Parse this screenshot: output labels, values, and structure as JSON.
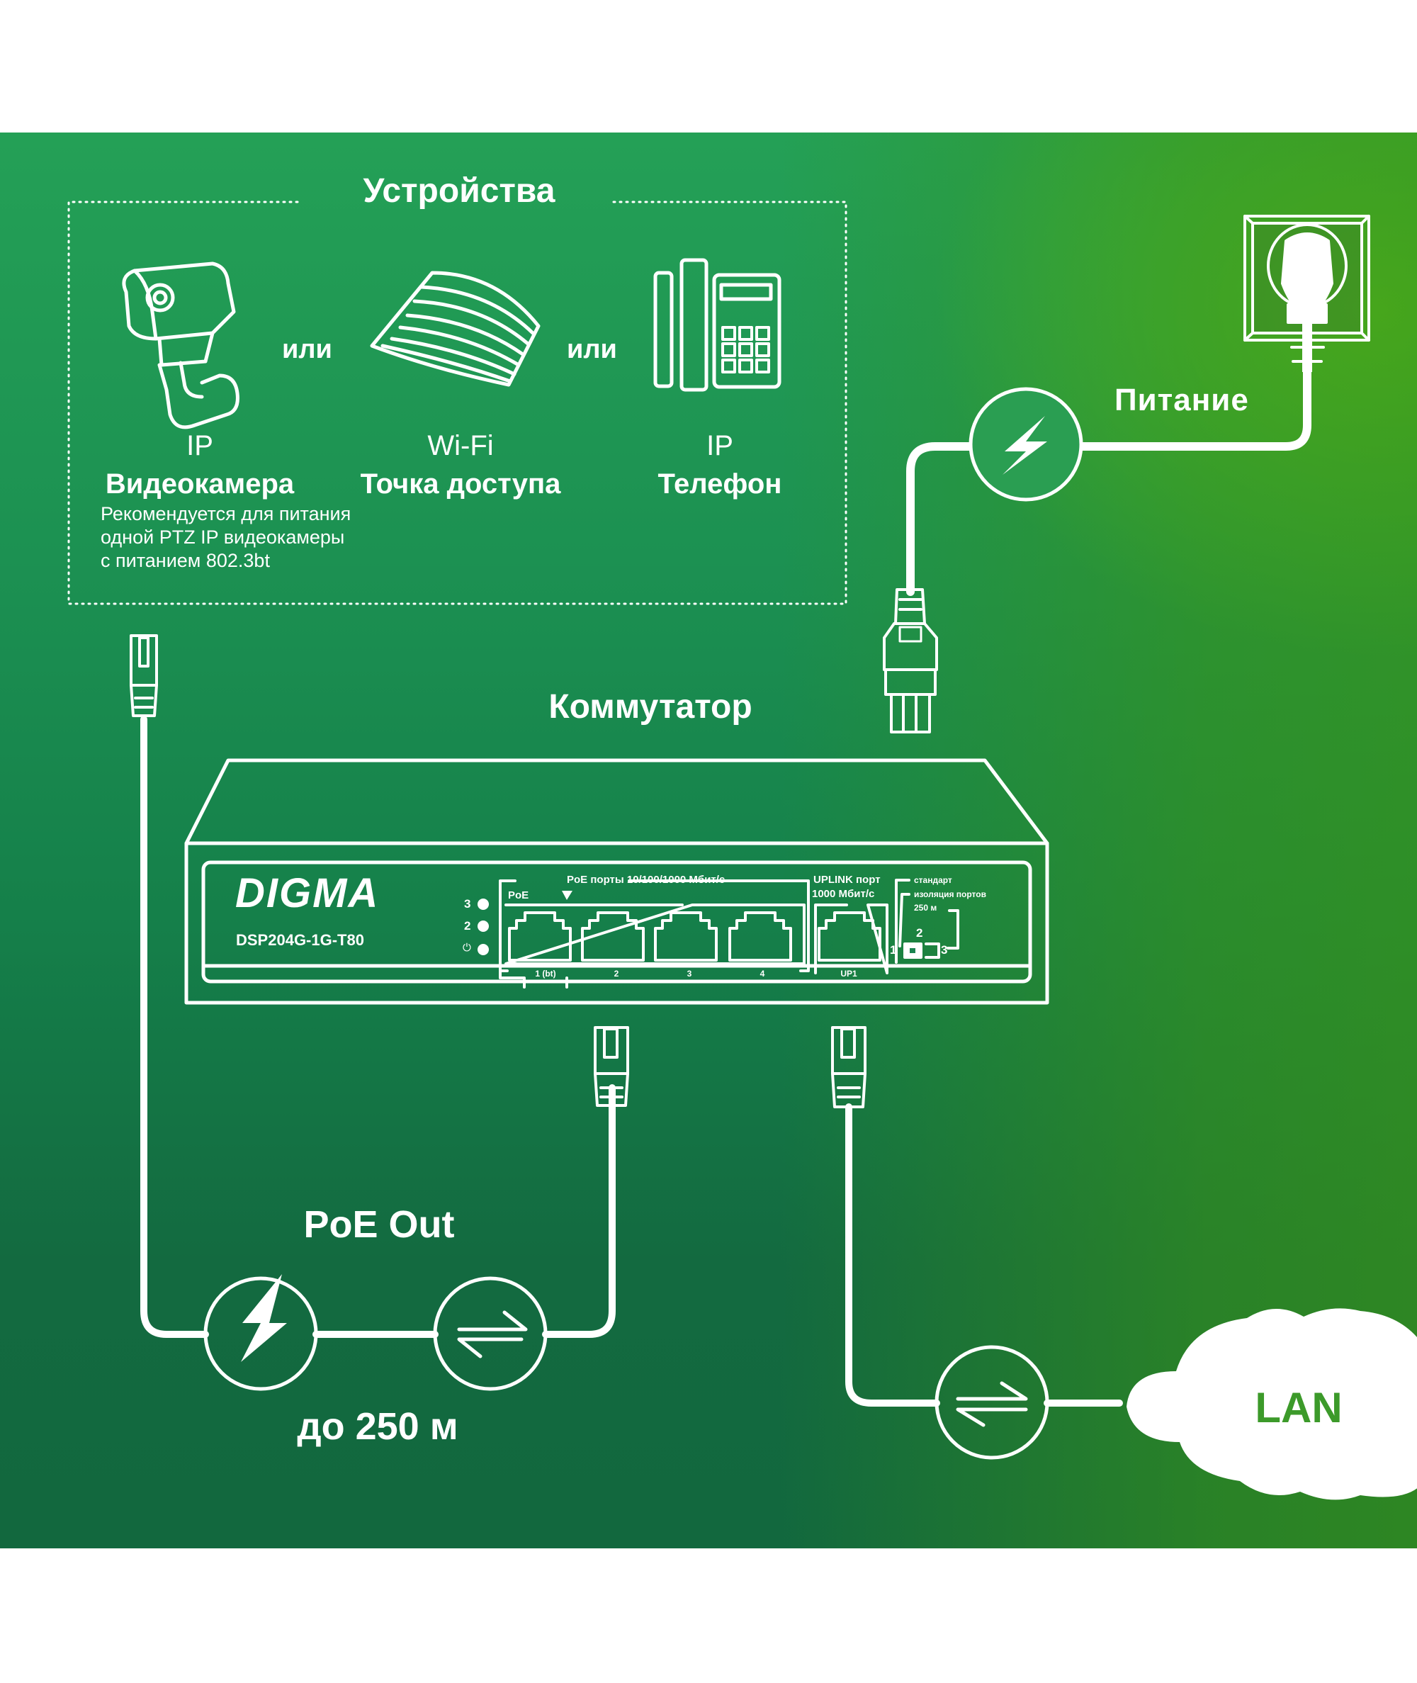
{
  "devices": {
    "title": "Устройства",
    "or_label": "или",
    "items": [
      {
        "line1": "IP",
        "line2": "Видеокамера",
        "icon": "ip-camera-icon"
      },
      {
        "line1": "Wi-Fi",
        "line2": "Точка доступа",
        "icon": "access-point-icon"
      },
      {
        "line1": "IP",
        "line2": "Телефон",
        "icon": "ip-phone-icon"
      }
    ],
    "note": [
      "Рекомендуется для питания",
      "одной PTZ IP видеокамеры",
      "с питанием 802.3bt"
    ]
  },
  "switch": {
    "title": "Коммутатор",
    "brand": "DIGMA",
    "model": "DSP204G-1G-T80",
    "leds": [
      "3",
      "2",
      "⏻"
    ],
    "poe_ports_label": "PoE порты 10/100/1000 Мбит/с",
    "poe_tag": "PoE",
    "port_labels": [
      "1 (bt)",
      "2",
      "3",
      "4"
    ],
    "uplink_label_1": "UPLINK порт",
    "uplink_label_2": "1000 Мбит/с",
    "uplink_port": "UP1",
    "mode_labels": [
      "стандарт",
      "изоляция портов",
      "250 м"
    ],
    "mode_positions": [
      "1",
      "2",
      "3"
    ]
  },
  "power": {
    "label": "Питание"
  },
  "poe_out": {
    "label": "PoE Out",
    "distance": "до 250 м"
  },
  "lan": {
    "label": "LAN"
  },
  "colors": {
    "white": "#ffffff",
    "lan_text": "#3c9a2a",
    "green_dark": "#136a40",
    "green_light": "#54c02e"
  }
}
